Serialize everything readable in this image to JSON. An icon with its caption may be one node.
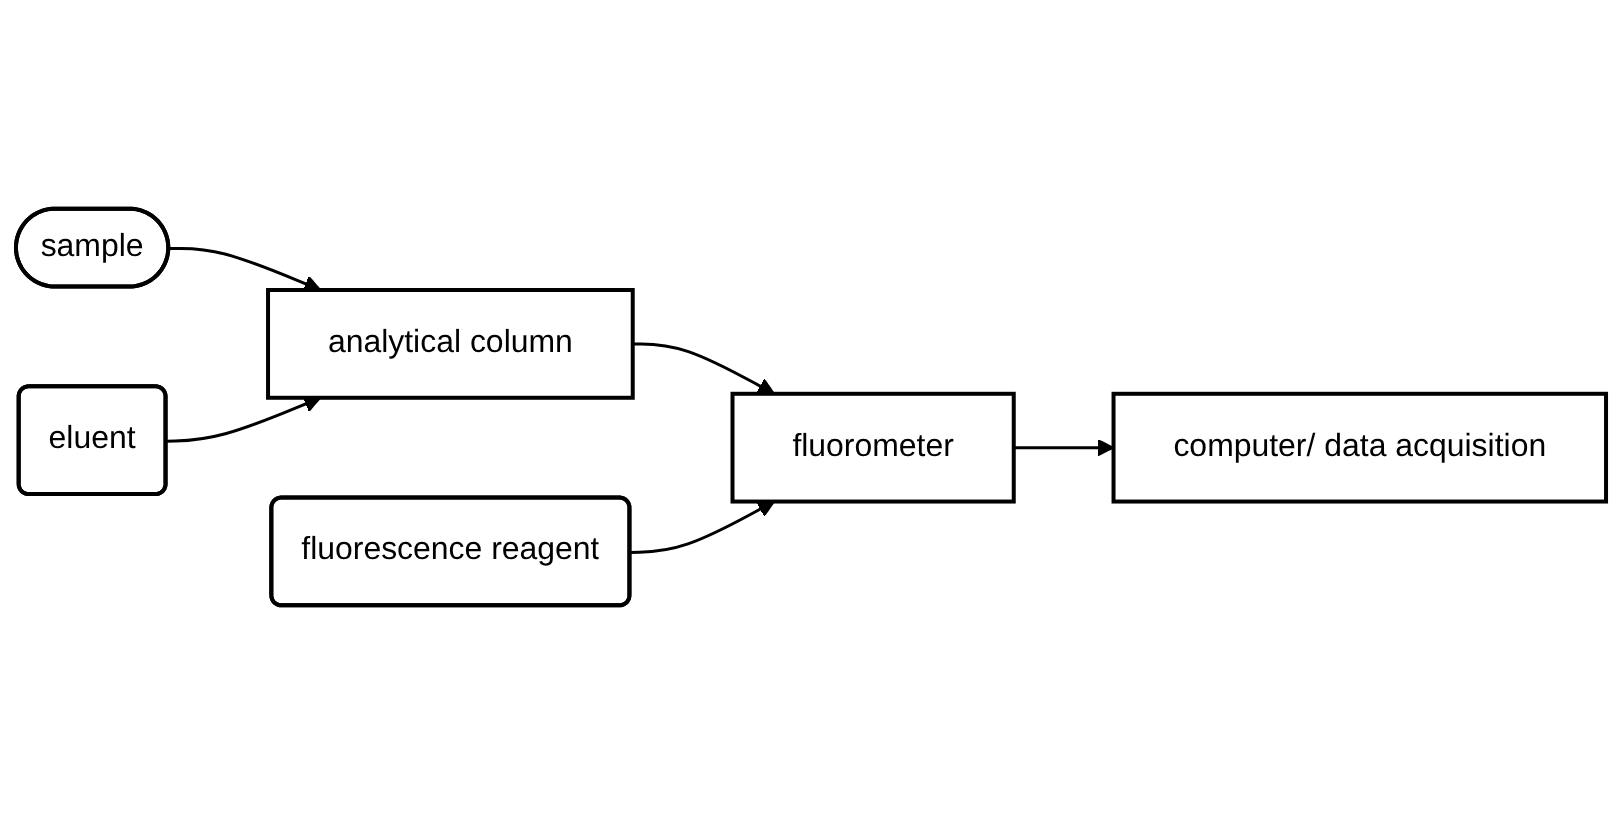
{
  "diagram": {
    "nodes": [
      {
        "text": [
          "sample"
        ]
      },
      {
        "text": [
          "eluent"
        ]
      },
      {
        "text": [
          "analytical column"
        ]
      },
      {
        "text": [
          "fluorescence reagent"
        ]
      },
      {
        "text": [
          "fluorometer"
        ]
      },
      {
        "text": [
          "computer/ data acquisition"
        ]
      }
    ],
    "edges": [
      {
        "from": 0,
        "to": 2,
        "arrow": "to"
      },
      {
        "from": 1,
        "to": 2,
        "arrow": "to"
      },
      {
        "from": 2,
        "to": 4,
        "arrow": "to"
      },
      {
        "from": 3,
        "to": 4,
        "arrow": "to"
      },
      {
        "from": 4,
        "to": 5,
        "arrow": "to"
      }
    ]
  }
}
